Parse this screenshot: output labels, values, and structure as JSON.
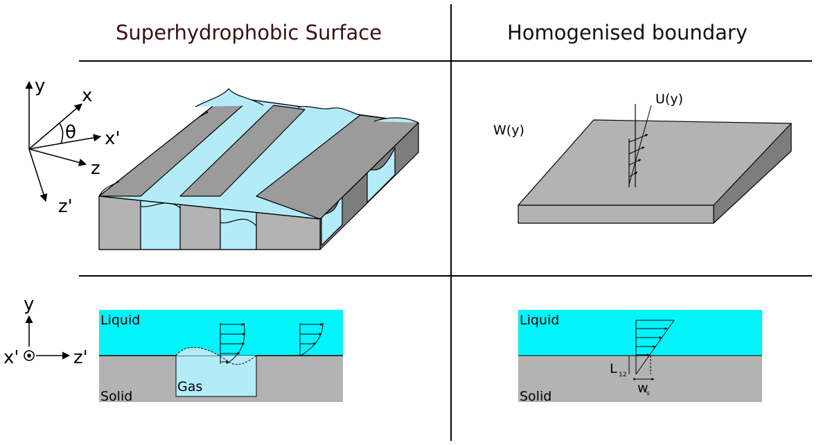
{
  "headers": {
    "left": "Superhydrophobic Surface",
    "right": "Homogenised boundary"
  },
  "axes_3d": {
    "y": "y",
    "x": "x",
    "theta": "θ",
    "x_prime": "x'",
    "z": "z",
    "z_prime": "z'"
  },
  "axes_2d": {
    "y": "y",
    "x_prime": "x'",
    "z_prime": "z'"
  },
  "homogenised_3d": {
    "u_label": "U(y)",
    "w_label": "W(y)"
  },
  "cross_section_left": {
    "liquid": "Liquid",
    "solid": "Solid",
    "gas": "Gas"
  },
  "cross_section_right": {
    "liquid": "Liquid",
    "solid": "Solid",
    "slip_length_label": "L",
    "slip_length_sub": "12",
    "slip_velocity_label": "w",
    "slip_velocity_sub": "s"
  },
  "colors": {
    "gas_light_blue": "#b3ecf8",
    "liquid_cyan": "#00f4fa",
    "solid_gray": "#b3b3b3",
    "stripe_gray": "#9b9b9b",
    "side_dark_gray": "#7d7d7d",
    "line": "#000000",
    "header_left_text": "#3b1010"
  }
}
